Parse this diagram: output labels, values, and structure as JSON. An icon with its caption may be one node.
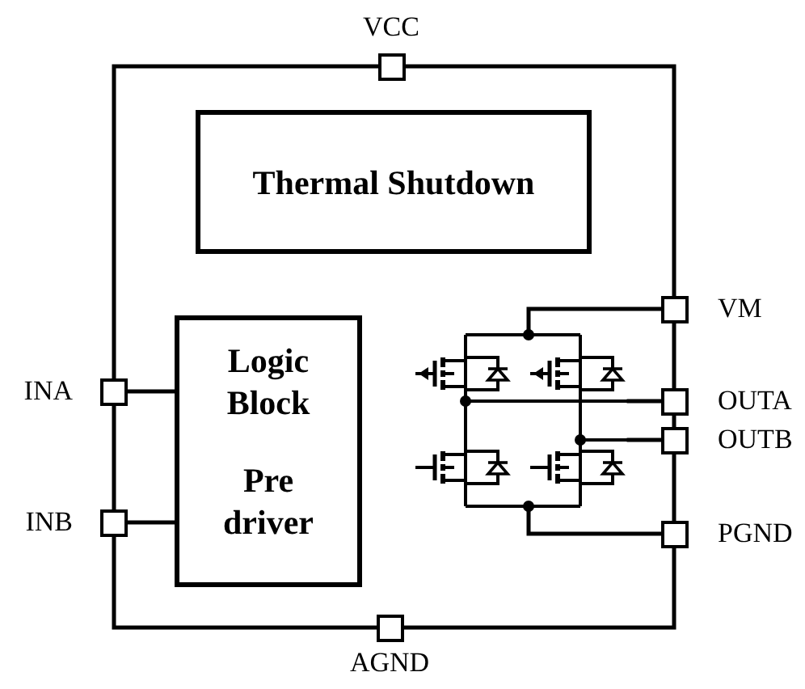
{
  "diagram": {
    "nodes": [
      {
        "text": [],
        "shape": "box",
        "beside": [
          "VCC"
        ]
      },
      {
        "text": [
          "Thermal Shutdown"
        ]
      },
      {
        "text": [],
        "shape": "box",
        "beside": [
          "VM"
        ]
      },
      {
        "text": [],
        "shape": "box",
        "beside": [
          "INA"
        ]
      },
      {
        "text": [
          "Logic Block",
          "Pre driver"
        ]
      },
      {
        "text": [],
        "shape": "picture"
      },
      {
        "text": [],
        "shape": "box",
        "beside": [
          "OUTA"
        ]
      },
      {
        "text": [],
        "shape": "box",
        "beside": [
          "OUTB"
        ]
      },
      {
        "text": [],
        "shape": "box",
        "beside": [
          "INB"
        ]
      },
      {
        "text": [],
        "shape": "box",
        "beside": [
          "PGND"
        ]
      },
      {
        "text": [],
        "shape": "box",
        "beside": [
          "AGND"
        ]
      }
    ],
    "edges": [
      {
        "from": 0,
        "to": 2,
        "arrow": "none"
      },
      {
        "from": 0,
        "to": 3,
        "arrow": "none"
      },
      {
        "from": 2,
        "to": 6,
        "arrow": "none"
      },
      {
        "from": 6,
        "to": 7,
        "arrow": "none"
      },
      {
        "from": 7,
        "to": 9,
        "arrow": "none"
      },
      {
        "from": 9,
        "to": 10,
        "arrow": "none"
      },
      {
        "from": 3,
        "to": 8,
        "arrow": "none"
      },
      {
        "from": 8,
        "to": 10,
        "arrow": "none"
      },
      {
        "from": 3,
        "to": 4,
        "arrow": "none"
      },
      {
        "from": 8,
        "to": 4,
        "arrow": "none"
      },
      {
        "from": 2,
        "to": 5,
        "arrow": "none"
      },
      {
        "from": 6,
        "to": 5,
        "arrow": "none"
      },
      {
        "from": 7,
        "to": 5,
        "arrow": "none"
      },
      {
        "from": 9,
        "to": 5,
        "arrow": "none"
      }
    ]
  }
}
